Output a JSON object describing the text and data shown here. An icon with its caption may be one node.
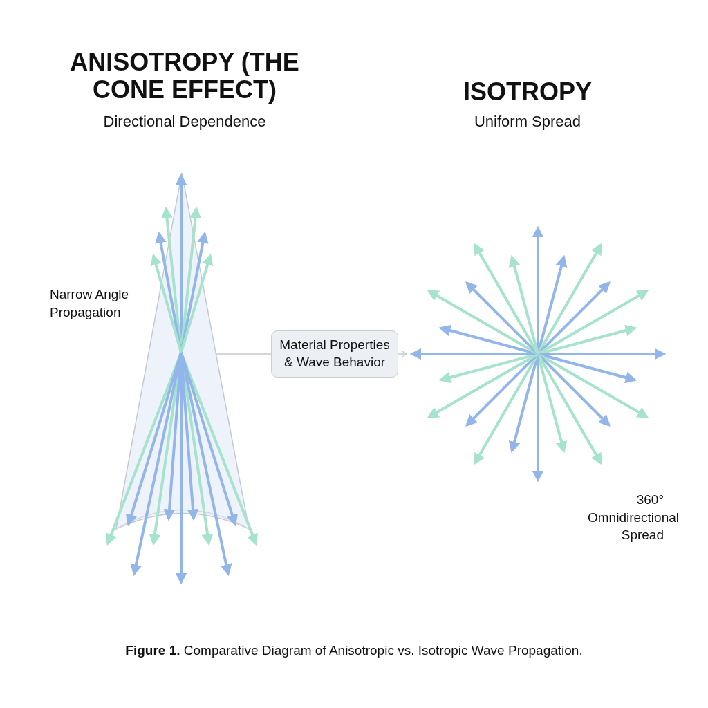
{
  "diagram": {
    "caption": "**Figure 1.** Comparative Diagram of Anisotropic vs. Isotropic Wave Propagation.",
    "nodes": [
      {
        "text": [],
        "shape": "picture"
      },
      {
        "text": [
          "Material Properties & Wave Behavior"
        ]
      },
      {
        "text": [],
        "shape": "picture"
      }
    ],
    "edges": [
      {
        "from": 0,
        "to": 1,
        "arrow": "none"
      },
      {
        "from": 1,
        "to": 2,
        "arrow": "to"
      }
    ],
    "labels": [
      "ANISOTROPY (THE CONE EFFECT)",
      "Directional Dependence",
      "ISOTROPY",
      "Uniform Spread",
      "Narrow Angle Propagation",
      "360° Omnidirectional Spread"
    ]
  }
}
